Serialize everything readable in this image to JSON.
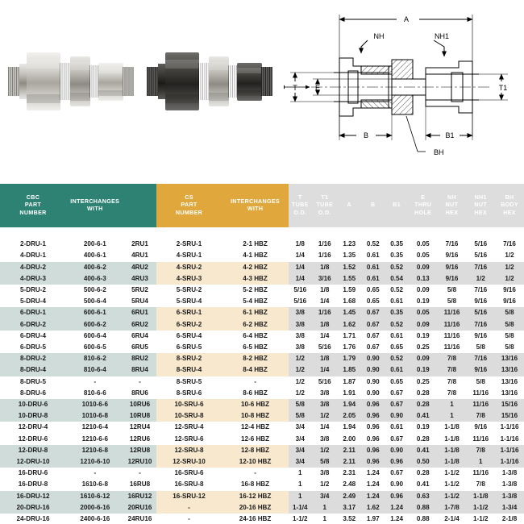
{
  "product_images": [
    {
      "name": "stainless-bulkhead-reducing-union-photo",
      "finish": "stainless-steel",
      "alt": "Stainless steel bulkhead reducing union tube fitting"
    },
    {
      "name": "black-bulkhead-reducing-union-photo",
      "finish": "black-oxide-carbon-steel",
      "alt": "Black oxide carbon steel bulkhead reducing union tube fitting"
    }
  ],
  "drawing": {
    "name": "bulkhead-reducing-union-cross-section",
    "labels": {
      "a": "A",
      "b": "B",
      "b1": "B1",
      "t": "T",
      "t1": "T1",
      "e": "E",
      "nh": "NH",
      "nh1": "NH1",
      "bh": "BH"
    }
  },
  "table": {
    "headers": [
      {
        "label": "CBC\nPART\nNUMBER",
        "group": "teal"
      },
      {
        "label": "INTERCHANGES\nWITH",
        "group": "teal"
      },
      {
        "label": "",
        "group": "teal"
      },
      {
        "label": "CS\nPART\nNUMBER",
        "group": "orange"
      },
      {
        "label": "INTERCHANGES\nWITH",
        "group": "orange"
      },
      {
        "label": "T\nTUBE\nO.D.",
        "group": "gray"
      },
      {
        "label": "T1\nTUBE\nO.D.",
        "group": "gray"
      },
      {
        "label": "A",
        "group": "gray"
      },
      {
        "label": "B",
        "group": "gray"
      },
      {
        "label": "B1",
        "group": "gray"
      },
      {
        "label": "E\nTHRU\nHOLE",
        "group": "gray"
      },
      {
        "label": "NH\nNUT\nHEX",
        "group": "gray"
      },
      {
        "label": "NH1\nNUT\nHEX",
        "group": "gray"
      },
      {
        "label": "BH\nBODY\nHEX",
        "group": "gray"
      }
    ],
    "rows": [
      {
        "band": false,
        "cells": [
          "2-DRU-1",
          "200-6-1",
          "2RU1",
          "2-SRU-1",
          "2-1 HBZ",
          "1/8",
          "1/16",
          "1.23",
          "0.52",
          "0.35",
          "0.05",
          "7/16",
          "5/16",
          "7/16"
        ]
      },
      {
        "band": false,
        "cells": [
          "4-DRU-1",
          "400-6-1",
          "4RU1",
          "4-SRU-1",
          "4-1 HBZ",
          "1/4",
          "1/16",
          "1.35",
          "0.61",
          "0.35",
          "0.05",
          "9/16",
          "5/16",
          "1/2"
        ]
      },
      {
        "band": true,
        "cells": [
          "4-DRU-2",
          "400-6-2",
          "4RU2",
          "4-SRU-2",
          "4-2 HBZ",
          "1/4",
          "1/8",
          "1.52",
          "0.61",
          "0.52",
          "0.09",
          "9/16",
          "7/16",
          "1/2"
        ]
      },
      {
        "band": true,
        "cells": [
          "4-DRU-3",
          "400-6-3",
          "4RU3",
          "4-SRU-3",
          "4-3 HBZ",
          "1/4",
          "3/16",
          "1.55",
          "0.61",
          "0.54",
          "0.13",
          "9/16",
          "1/2",
          "1/2"
        ]
      },
      {
        "band": false,
        "cells": [
          "5-DRU-2",
          "500-6-2",
          "5RU2",
          "5-SRU-2",
          "5-2 HBZ",
          "5/16",
          "1/8",
          "1.59",
          "0.65",
          "0.52",
          "0.09",
          "5/8",
          "7/16",
          "9/16"
        ]
      },
      {
        "band": false,
        "cells": [
          "5-DRU-4",
          "500-6-4",
          "5RU4",
          "5-SRU-4",
          "5-4 HBZ",
          "5/16",
          "1/4",
          "1.68",
          "0.65",
          "0.61",
          "0.19",
          "5/8",
          "9/16",
          "9/16"
        ]
      },
      {
        "band": true,
        "cells": [
          "6-DRU-1",
          "600-6-1",
          "6RU1",
          "6-SRU-1",
          "6-1 HBZ",
          "3/8",
          "1/16",
          "1.45",
          "0.67",
          "0.35",
          "0.05",
          "11/16",
          "5/16",
          "5/8"
        ]
      },
      {
        "band": true,
        "cells": [
          "6-DRU-2",
          "600-6-2",
          "6RU2",
          "6-SRU-2",
          "6-2 HBZ",
          "3/8",
          "1/8",
          "1.62",
          "0.67",
          "0.52",
          "0.09",
          "11/16",
          "7/16",
          "5/8"
        ]
      },
      {
        "band": false,
        "cells": [
          "6-DRU-4",
          "600-6-4",
          "6RU4",
          "6-SRU-4",
          "6-4 HBZ",
          "3/8",
          "1/4",
          "1.71",
          "0.67",
          "0.61",
          "0.19",
          "11/16",
          "9/16",
          "5/8"
        ]
      },
      {
        "band": false,
        "cells": [
          "6-DRU-5",
          "600-6-5",
          "6RU5",
          "6-SRU-5",
          "6-5 HBZ",
          "3/8",
          "5/16",
          "1.76",
          "0.67",
          "0.65",
          "0.25",
          "11/16",
          "5/8",
          "5/8"
        ]
      },
      {
        "band": true,
        "cells": [
          "8-DRU-2",
          "810-6-2",
          "8RU2",
          "8-SRU-2",
          "8-2 HBZ",
          "1/2",
          "1/8",
          "1.79",
          "0.90",
          "0.52",
          "0.09",
          "7/8",
          "7/16",
          "13/16"
        ]
      },
      {
        "band": true,
        "cells": [
          "8-DRU-4",
          "810-6-4",
          "8RU4",
          "8-SRU-4",
          "8-4 HBZ",
          "1/2",
          "1/4",
          "1.85",
          "0.90",
          "0.61",
          "0.19",
          "7/8",
          "9/16",
          "13/16"
        ]
      },
      {
        "band": false,
        "cells": [
          "8-DRU-5",
          "-",
          "-",
          "8-SRU-5",
          "-",
          "1/2",
          "5/16",
          "1.87",
          "0.90",
          "0.65",
          "0.25",
          "7/8",
          "5/8",
          "13/16"
        ]
      },
      {
        "band": false,
        "cells": [
          "8-DRU-6",
          "810-6-6",
          "8RU6",
          "8-SRU-6",
          "8-6 HBZ",
          "1/2",
          "3/8",
          "1.91",
          "0.90",
          "0.67",
          "0.28",
          "7/8",
          "11/16",
          "13/16"
        ]
      },
      {
        "band": true,
        "cells": [
          "10-DRU-6",
          "1010-6-6",
          "10RU6",
          "10-SRU-6",
          "10-6 HBZ",
          "5/8",
          "3/8",
          "1.94",
          "0.96",
          "0.67",
          "0.28",
          "1",
          "11/16",
          "15/16"
        ]
      },
      {
        "band": true,
        "cells": [
          "10-DRU-8",
          "1010-6-8",
          "10RU8",
          "10-SRU-8",
          "10-8 HBZ",
          "5/8",
          "1/2",
          "2.05",
          "0.96",
          "0.90",
          "0.41",
          "1",
          "7/8",
          "15/16"
        ]
      },
      {
        "band": false,
        "cells": [
          "12-DRU-4",
          "1210-6-4",
          "12RU4",
          "12-SRU-4",
          "12-4 HBZ",
          "3/4",
          "1/4",
          "1.94",
          "0.96",
          "0.61",
          "0.19",
          "1-1/8",
          "9/16",
          "1-1/16"
        ]
      },
      {
        "band": false,
        "cells": [
          "12-DRU-6",
          "1210-6-6",
          "12RU6",
          "12-SRU-6",
          "12-6 HBZ",
          "3/4",
          "3/8",
          "2.00",
          "0.96",
          "0.67",
          "0.28",
          "1-1/8",
          "11/16",
          "1-1/16"
        ]
      },
      {
        "band": true,
        "cells": [
          "12-DRU-8",
          "1210-6-8",
          "12RU8",
          "12-SRU-8",
          "12-8 HBZ",
          "3/4",
          "1/2",
          "2.11",
          "0.96",
          "0.90",
          "0.41",
          "1-1/8",
          "7/8",
          "1-1/16"
        ]
      },
      {
        "band": true,
        "cells": [
          "12-DRU-10",
          "1210-6-10",
          "12RU10",
          "12-SRU-10",
          "12-10 HBZ",
          "3/4",
          "5/8",
          "2.11",
          "0.96",
          "0.96",
          "0.50",
          "1-1/8",
          "1",
          "1-1/16"
        ]
      },
      {
        "band": false,
        "cells": [
          "16-DRU-6",
          "-",
          "-",
          "16-SRU-6",
          "-",
          "1",
          "3/8",
          "2.31",
          "1.24",
          "0.67",
          "0.28",
          "1-1/2",
          "11/16",
          "1-3/8"
        ]
      },
      {
        "band": false,
        "cells": [
          "16-DRU-8",
          "1610-6-8",
          "16RU8",
          "16-SRU-8",
          "16-8 HBZ",
          "1",
          "1/2",
          "2.48",
          "1.24",
          "0.90",
          "0.41",
          "1-1/2",
          "7/8",
          "1-3/8"
        ]
      },
      {
        "band": true,
        "cells": [
          "16-DRU-12",
          "1610-6-12",
          "16RU12",
          "16-SRU-12",
          "16-12 HBZ",
          "1",
          "3/4",
          "2.49",
          "1.24",
          "0.96",
          "0.63",
          "1-1/2",
          "1-1/8",
          "1-3/8"
        ]
      },
      {
        "band": true,
        "cells": [
          "20-DRU-16",
          "2000-6-16",
          "20RU16",
          "-",
          "20-16 HBZ",
          "1-1/4",
          "1",
          "3.17",
          "1.62",
          "1.24",
          "0.88",
          "1-7/8",
          "1-1/2",
          "1-3/4"
        ]
      },
      {
        "band": false,
        "cells": [
          "24-DRU-16",
          "2400-6-16",
          "24RU16",
          "-",
          "24-16 HBZ",
          "1-1/2",
          "1",
          "3.52",
          "1.97",
          "1.24",
          "0.88",
          "2-1/4",
          "1-1/2",
          "2-1/8"
        ]
      }
    ]
  },
  "colors": {
    "header_teal": "#2d8273",
    "header_orange": "#e0a83c",
    "header_gray": "#dddddd",
    "band_teal": "#cfdcd9",
    "band_orange": "#f7e8ce",
    "band_gray": "#dcdcdc"
  }
}
